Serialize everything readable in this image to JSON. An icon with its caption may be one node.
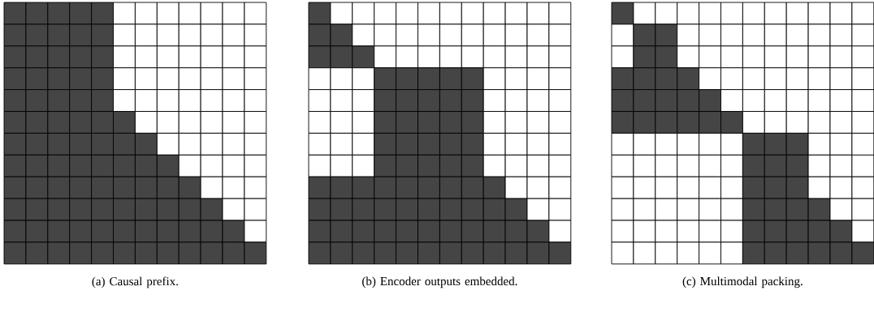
{
  "diagram": {
    "labels": [
      "(a) Causal prefix.",
      "(b) Encoder outputs embedded.",
      "(c) Multimodal packing."
    ]
  }
}
